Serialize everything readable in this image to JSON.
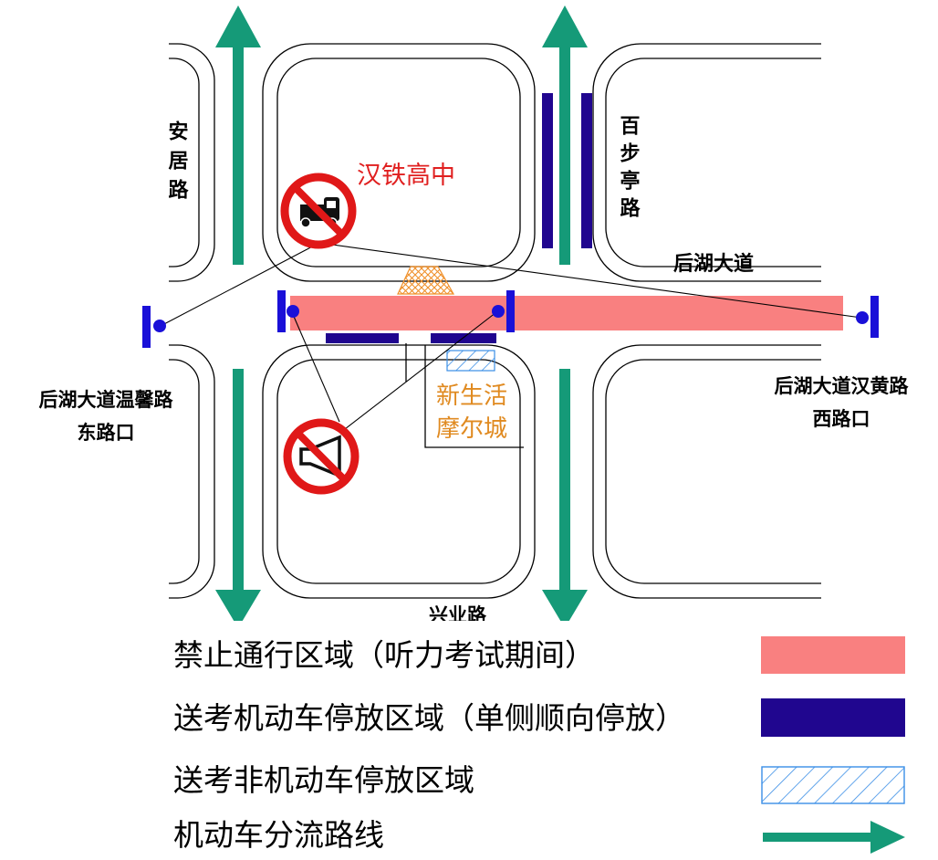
{
  "colors": {
    "closed_zone": "#f98080",
    "motor_parking": "#20068f",
    "bike_parking": "#3a8ee6",
    "diversion": "#159a78",
    "school_label": "#e02020",
    "mall_label": "#e08a20",
    "road_outline": "#000000",
    "canopy": "#f0902a"
  },
  "icons": {
    "no_trucks": "no-trucks-sign-icon",
    "no_honking": "no-honking-sign-icon",
    "road_sign": "road-sign-icon",
    "arrow": "arrow-icon"
  },
  "map": {
    "roads": {
      "anju": "安居路",
      "baibuting": "百步亭路",
      "houhu": "后湖大道",
      "xingye": "兴业路"
    },
    "landmarks": {
      "school": "汉铁高中",
      "mall_line1": "新生活",
      "mall_line2": "摩尔城"
    },
    "intersections": {
      "west_line1": "后湖大道温馨路",
      "west_line2": "东路口",
      "east_line1": "后湖大道汉黄路",
      "east_line2": "西路口"
    }
  },
  "legend": [
    {
      "label": "禁止通行区域（听力考试期间）",
      "key": "closed_zone"
    },
    {
      "label": "送考机动车停放区域（单侧顺向停放）",
      "key": "motor_parking"
    },
    {
      "label": "送考非机动车停放区域",
      "key": "bike_parking"
    },
    {
      "label": "机动车分流路线",
      "key": "diversion"
    }
  ]
}
